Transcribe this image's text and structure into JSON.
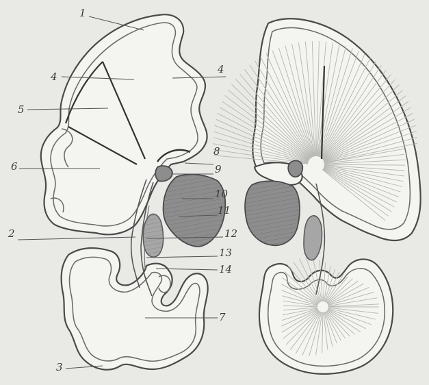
{
  "figure": {
    "labels": [
      {
        "id": "1",
        "text": "1"
      },
      {
        "id": "4a",
        "text": "4"
      },
      {
        "id": "4b",
        "text": "4"
      },
      {
        "id": "5",
        "text": "5"
      },
      {
        "id": "6",
        "text": "6"
      },
      {
        "id": "2",
        "text": "2"
      },
      {
        "id": "3",
        "text": "3"
      },
      {
        "id": "7",
        "text": "7"
      },
      {
        "id": "8",
        "text": "8"
      },
      {
        "id": "9",
        "text": "9"
      },
      {
        "id": "10",
        "text": "10"
      },
      {
        "id": "11",
        "text": "11"
      },
      {
        "id": "12",
        "text": "12"
      },
      {
        "id": "13",
        "text": "13"
      },
      {
        "id": "14",
        "text": "14"
      }
    ]
  },
  "colors": {
    "background": "#e9e9e6",
    "outline": "#4a4a4a",
    "nucleus": "#8d8d8d"
  }
}
